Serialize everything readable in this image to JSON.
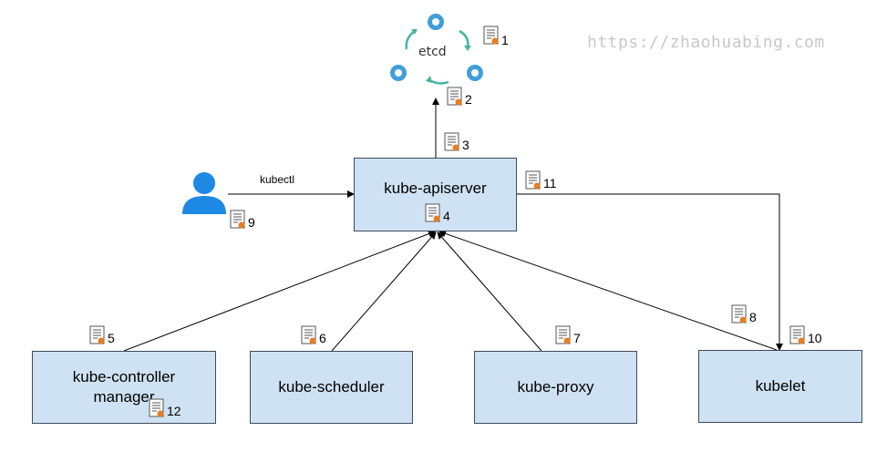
{
  "watermark": "https://zhaohuabing.com",
  "etcd": {
    "label": "etcd"
  },
  "user": {
    "kubectl_label": "kubectl"
  },
  "components": {
    "apiserver": "kube-apiserver",
    "controller_manager": "kube-controller manager",
    "scheduler": "kube-scheduler",
    "proxy": "kube-proxy",
    "kubelet": "kubelet"
  },
  "certificates": {
    "c1": "1",
    "c2": "2",
    "c3": "3",
    "c4": "4",
    "c5": "5",
    "c6": "6",
    "c7": "7",
    "c8": "8",
    "c9": "9",
    "c10": "10",
    "c11": "11",
    "c12": "12"
  },
  "colors": {
    "box_fill": "#cfe2f3",
    "box_border": "#3d4a57",
    "etcd_node": "#419eda",
    "etcd_arrow": "#43b5a3",
    "user_icon": "#1e88e5",
    "certificate_stamp": "#e67e22"
  }
}
